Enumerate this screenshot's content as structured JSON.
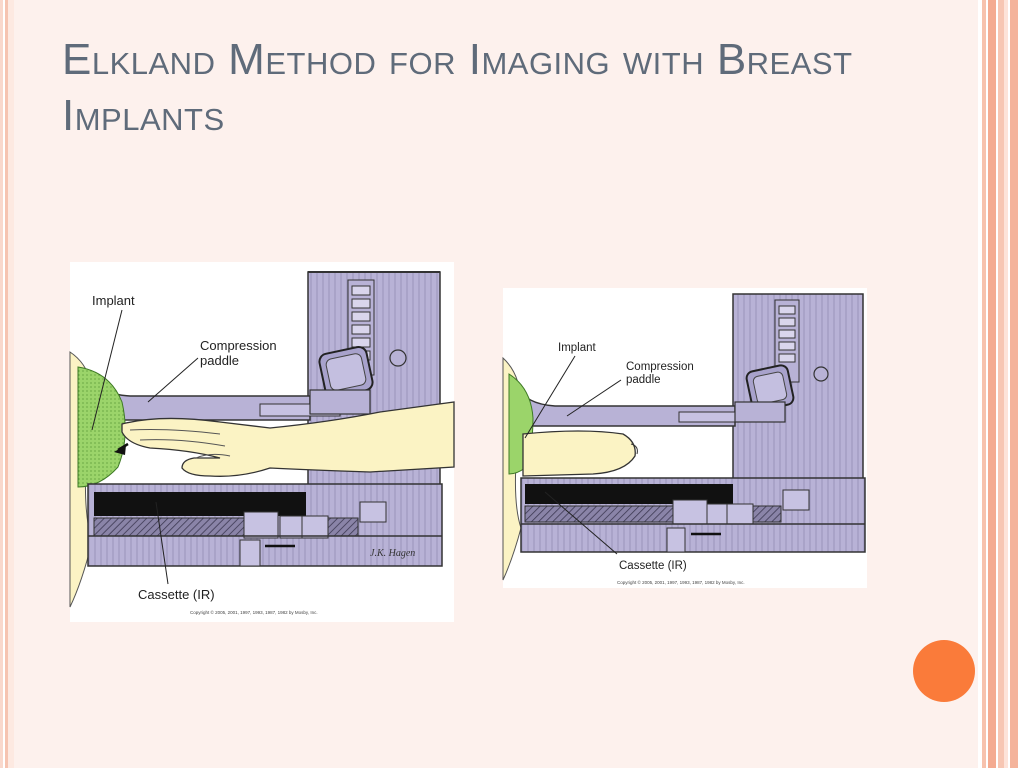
{
  "slide": {
    "title": "Elkland Method for Imaging with Breast Implants",
    "colors": {
      "panel": "#fdf1ed",
      "title": "#5f6b7a",
      "stripe": "#f4ab91",
      "accent_dot": "#fa7b3a",
      "machine": "#b8b2d6",
      "breast": "#9bd46a",
      "skin": "#fbf3c4"
    }
  },
  "figure_left": {
    "labels": {
      "implant": "Implant",
      "compression_paddle": "Compression\npaddle",
      "cassette": "Cassette (IR)"
    },
    "copyright": "Copyright © 2005, 2001, 1997, 1993, 1987, 1982 by Mosby, Inc.",
    "signature": "J.K. Hagen"
  },
  "figure_right": {
    "labels": {
      "implant": "Implant",
      "compression_paddle": "Compression\npaddle",
      "cassette": "Cassette (IR)"
    },
    "copyright": "Copyright © 2005, 2001, 1997, 1993, 1987, 1982 by Mosby, Inc."
  }
}
